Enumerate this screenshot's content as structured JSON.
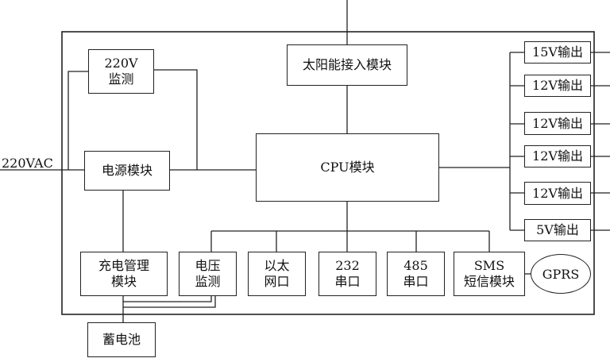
{
  "input_label": "220VAC",
  "blocks": {
    "monitor_220v": [
      "220V",
      "监测"
    ],
    "solar_access": "太阳能接入模块",
    "power_module": "电源模块",
    "cpu_module": "CPU模块",
    "charge_management": [
      "充电管理",
      "模块"
    ],
    "voltage_monitor": [
      "电压",
      "监测"
    ],
    "ethernet_port": [
      "以太",
      "网口"
    ],
    "serial_232": [
      "232",
      "串口"
    ],
    "serial_485": [
      "485",
      "串口"
    ],
    "sms_module": [
      "SMS",
      "短信模块"
    ],
    "gprs": "GPRS",
    "battery": "蓄电池"
  },
  "outputs": [
    "15V输出",
    "12V输出",
    "12V输出",
    "12V输出",
    "12V输出",
    "5V输出"
  ]
}
